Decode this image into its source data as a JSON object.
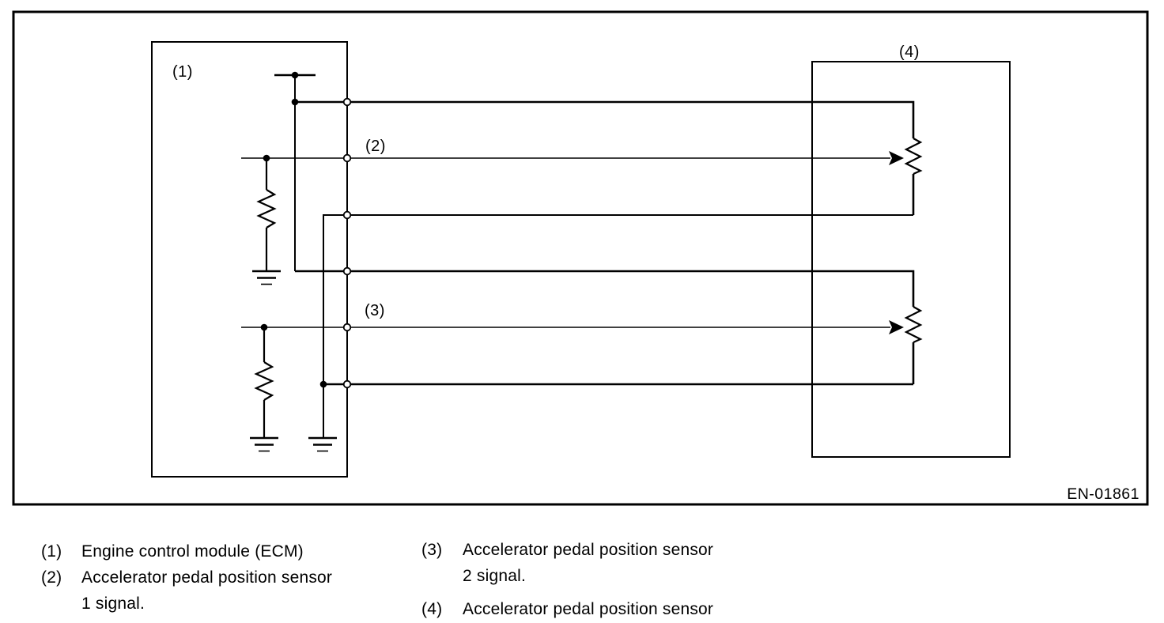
{
  "colors": {
    "ink": "#000000",
    "paper": "#ffffff"
  },
  "diagram": {
    "figure_id": "EN-01861",
    "callouts": {
      "ecm": "(1)",
      "signal1": "(2)",
      "signal2": "(3)",
      "sensor": "(4)"
    }
  },
  "legend": {
    "items": [
      {
        "num": "(1)",
        "line1": "Engine control module (ECM)",
        "line2": ""
      },
      {
        "num": "(2)",
        "line1": "Accelerator pedal position sensor",
        "line2": "1 signal."
      },
      {
        "num": "(3)",
        "line1": "Accelerator pedal position sensor",
        "line2": "2 signal."
      },
      {
        "num": "(4)",
        "line1": "Accelerator pedal position sensor",
        "line2": ""
      }
    ]
  }
}
